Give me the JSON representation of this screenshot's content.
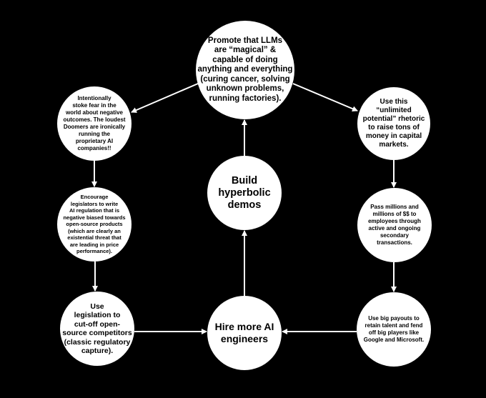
{
  "nodes": {
    "promote": "Promote that LLMs\nare “magical” &\ncapable of doing\nanything and everything\n(curing cancer, solving\nunknown problems,\nrunning factories).",
    "fear": "Intentionally\nstoke fear in the\nworld about negative\noutcomes. The loudest\nDoomers are ironically\nrunning the\nproprietary AI\ncompanies!!",
    "unlimited": "Use this\n“unlimited\npotential” rhetoric\nto raise tons of\nmoney in capital\nmarkets.",
    "build": "Build\nhyperbolic\ndemos",
    "encourage": "Encourage\nlegislators to write\nAI regulation that is\nnegative biased towards\nopen-source products\n(which are clearly an\nexistential threat that\nare leading in price\nperformance).",
    "pass": "Pass millions and\nmillions of $$ to\nemployees through\nactive and ongoing\nsecondary\ntransactions.",
    "legislation": "Use\nlegislation to\ncut-off open-\nsource competitors\n(classic regulatory\ncapture).",
    "hire": "Hire more AI\nengineers",
    "payouts": "Use big payouts to\nretain talent and fend\noff big players like\nGoogle and Microsoft."
  },
  "colors": {
    "background": "#000000",
    "node_fill": "#ffffff",
    "arrow": "#ffffff",
    "text": "#000000"
  }
}
